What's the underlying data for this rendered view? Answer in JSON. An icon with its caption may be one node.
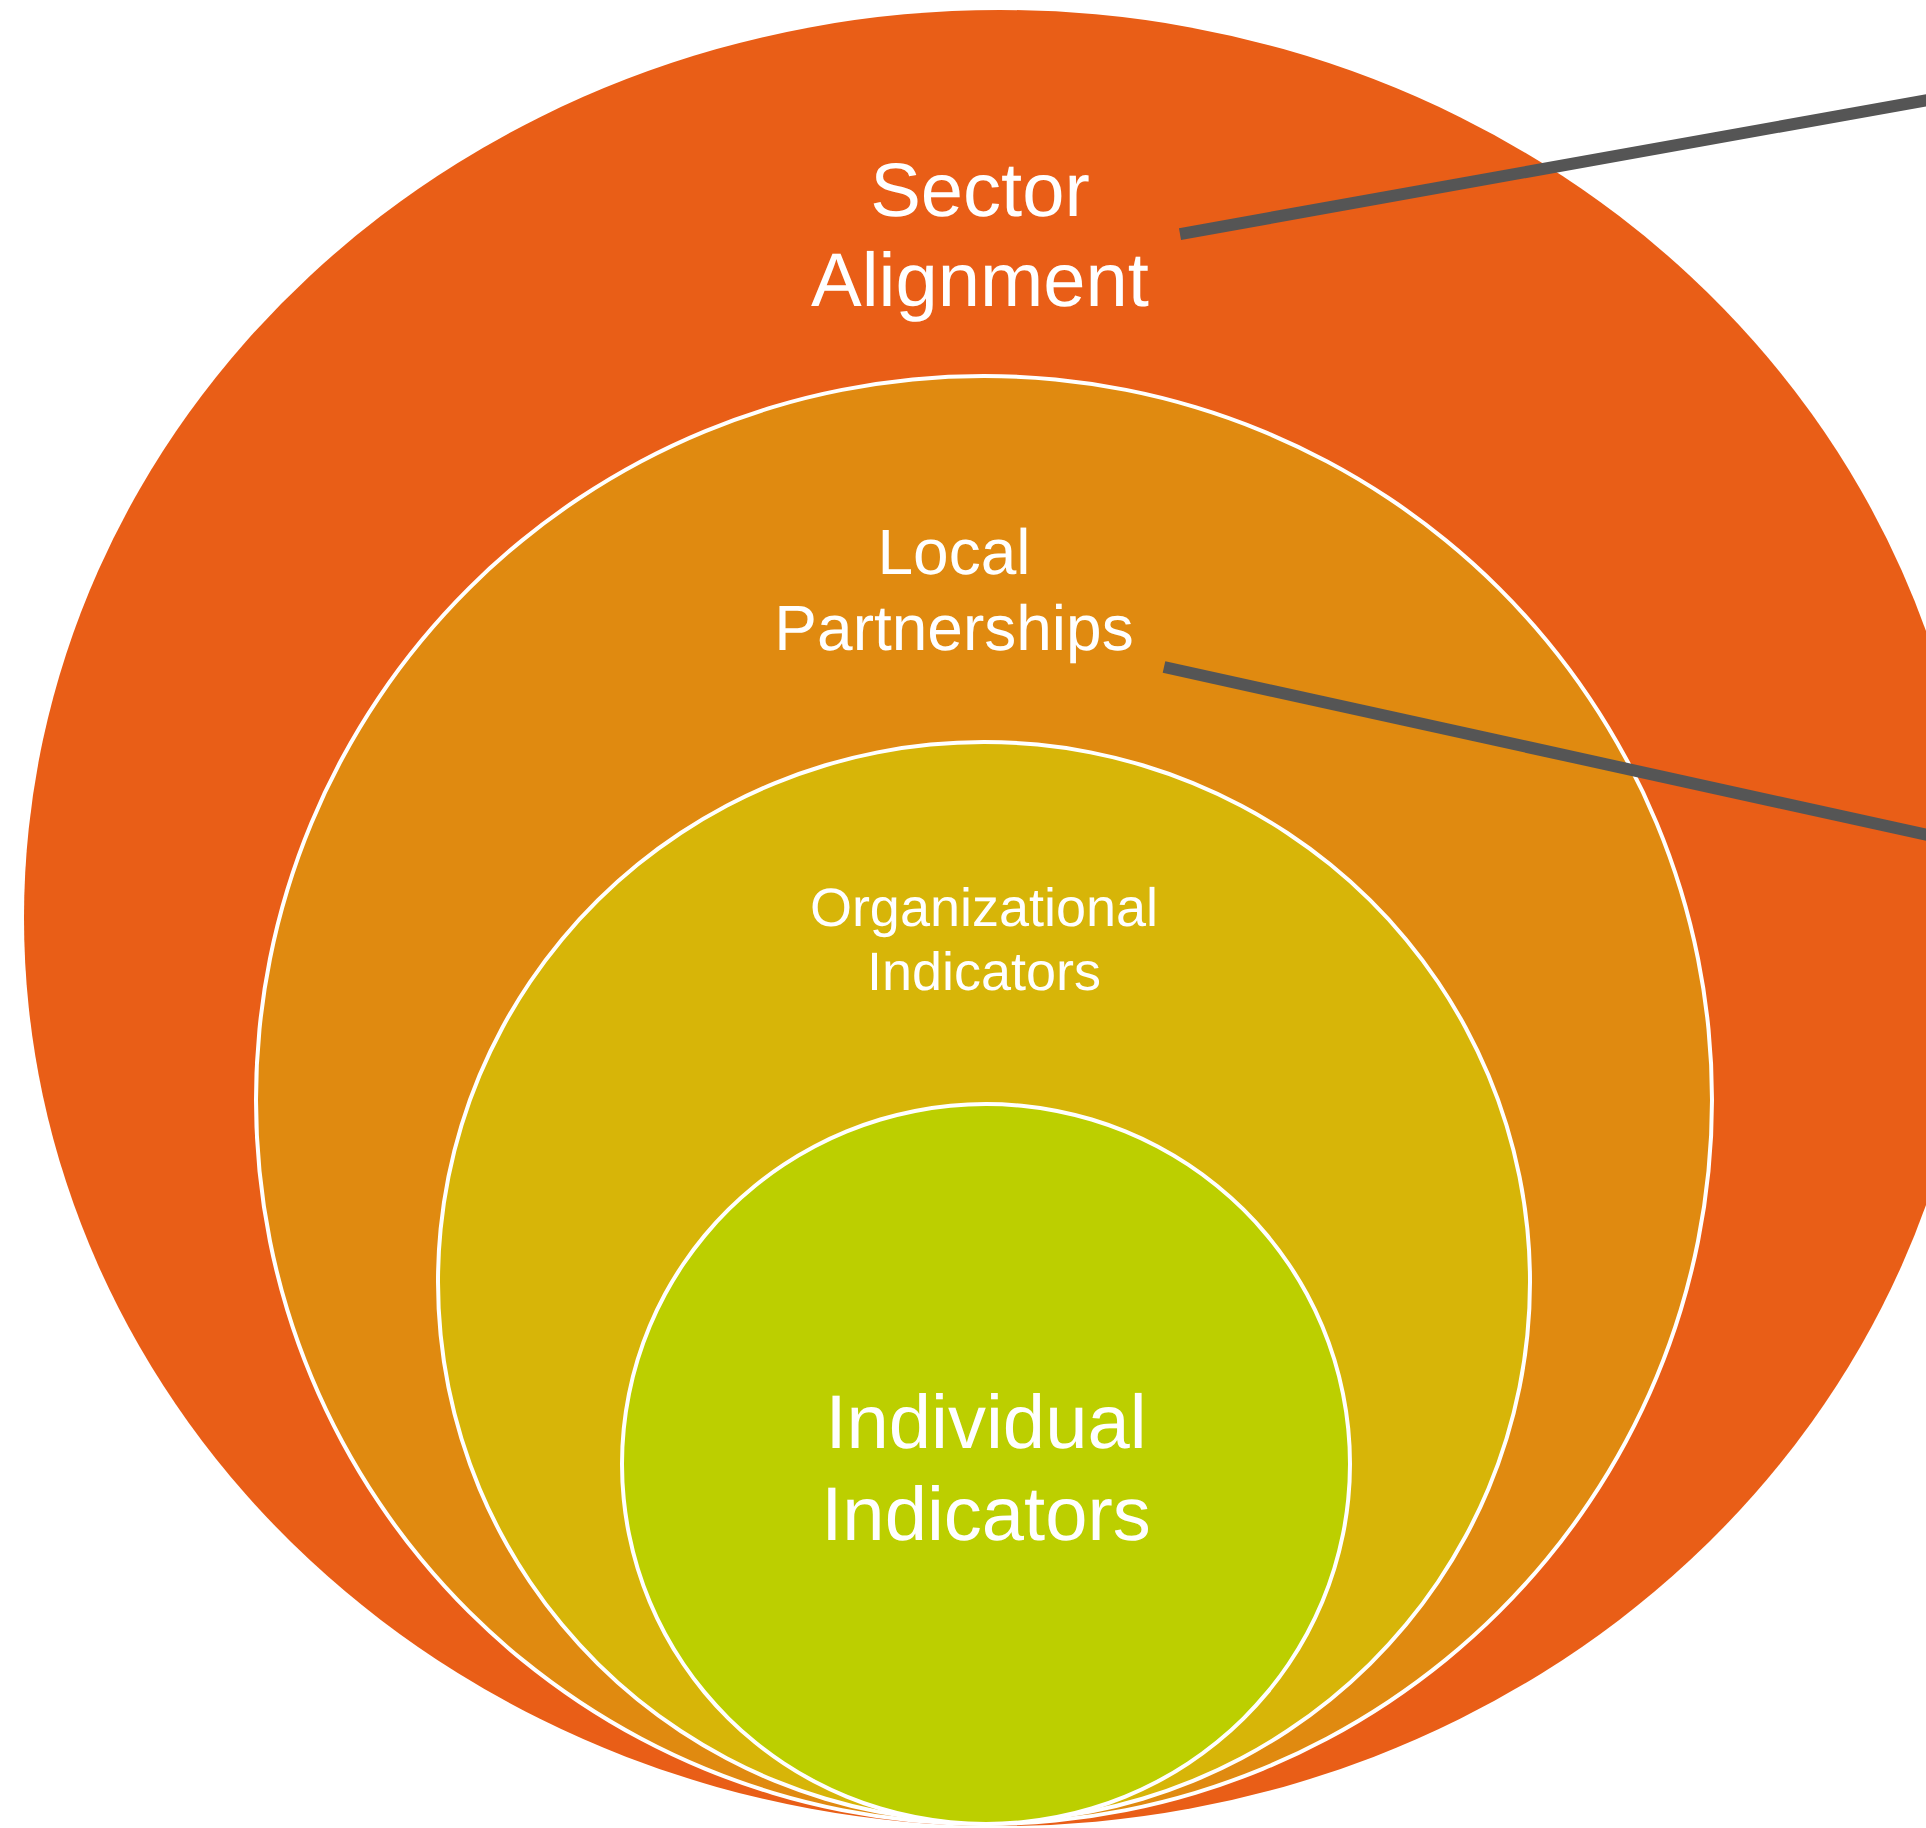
{
  "diagram": {
    "nodes": [
      {
        "text": [],
        "shape": "circle"
      },
      {
        "text": [
          "Sector Alignment"
        ],
        "in": 0
      },
      {
        "text": [],
        "shape": "circle",
        "in": 0
      },
      {
        "text": [
          "Local Partnerships"
        ],
        "in": 2
      },
      {
        "text": [
          "Organizational Indicators"
        ],
        "in": 2
      },
      {
        "text": [
          "Individual Indicators"
        ],
        "in": 4
      }
    ],
    "edges": [
      {
        "from": 1,
        "to": null,
        "arrow": "none"
      },
      {
        "from": 3,
        "to": null,
        "arrow": "none"
      }
    ]
  }
}
